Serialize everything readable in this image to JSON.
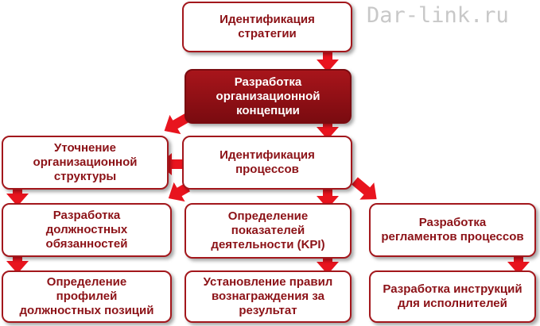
{
  "watermark": "Dar-link.ru",
  "colors": {
    "accent": "#a3171c",
    "arrow": "#e8141e",
    "text": "#8c1217",
    "dark_fill": "#8e1015"
  },
  "boxes": {
    "identify_strategy": "Идентификация\nстратегии",
    "org_concept": "Разработка\nорганизационной\nконцепции",
    "refine_structure": "Уточнение\nорганизационной\nструктуры",
    "identify_processes": "Идентификация\nпроцессов",
    "job_duties": "Разработка\nдолжностных\nобязанностей",
    "kpi": "Определение\nпоказателей\nдеятельности (KPI)",
    "process_regulations": "Разработка\nрегламентов процессов",
    "position_profiles": "Определение\nпрофилей\nдолжностных позиций",
    "reward_rules": "Установление правил\nвознаграждения за\nрезультат",
    "executor_instructions": "Разработка инструкций\nдля исполнителей"
  }
}
